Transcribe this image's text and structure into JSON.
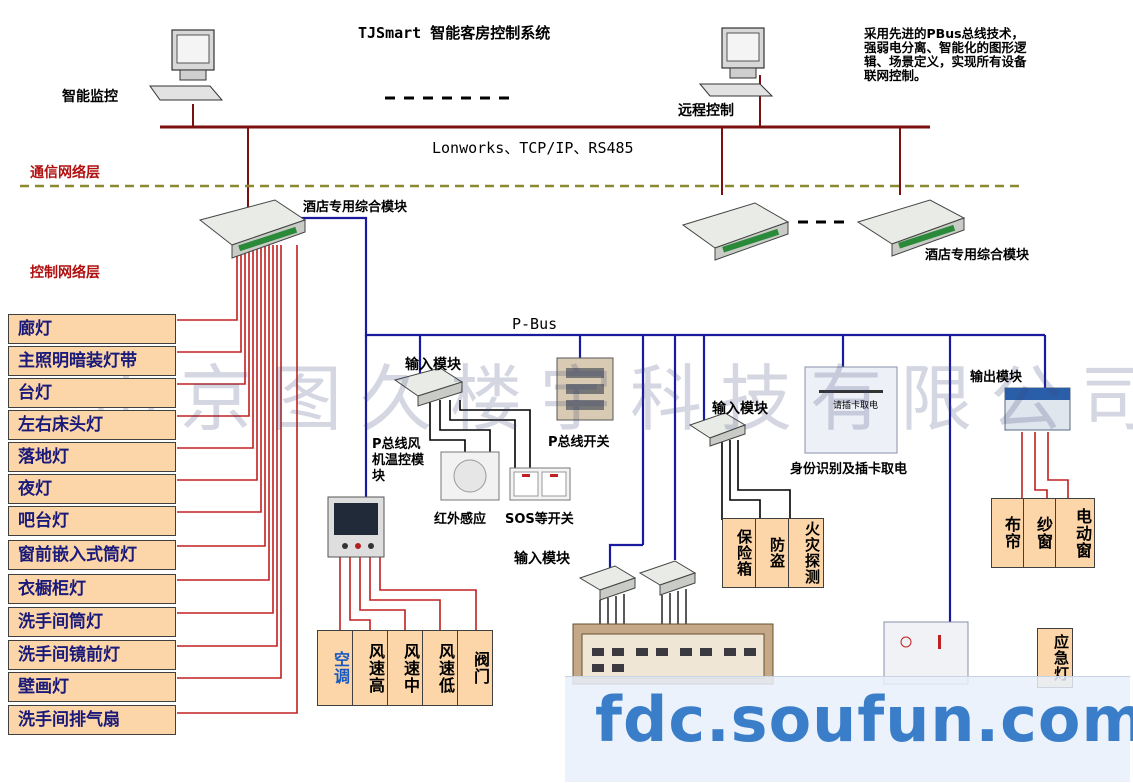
{
  "title": "TJSmart 智能客房控制系统",
  "top": {
    "monitor_label": "智能监控",
    "remote_label": "远程控制",
    "description": "采用先进的PBus总线技术，强弱电分离、智能化的图形逻辑、场景定义，实现所有设备联网控制。",
    "protocol": "Lonworks、TCP/IP、RS485",
    "network_layer": "通信网络层",
    "control_layer": "控制网络层"
  },
  "modules": {
    "hotel_module_left": "酒店专用综合模块",
    "hotel_module_right": "酒店专用综合模块",
    "pbus": "P-Bus",
    "input_module_1": "输入模块",
    "input_module_2": "输入模块",
    "input_module_3": "输入模块",
    "output_module": "输出模块",
    "pbus_switch": "P总线开关",
    "pbus_fan": "P总线风机温控模块",
    "infrared": "红外感应",
    "sos": "SOS等开关",
    "card_reader": "身份识别及插卡取电",
    "card_panel_text": "请插卡取电",
    "emergency": "应急灯"
  },
  "lights": [
    "廊灯",
    "主照明暗装灯带",
    "台灯",
    "左右床头灯",
    "落地灯",
    "夜灯",
    "吧台灯",
    "窗前嵌入式筒灯",
    "衣橱柜灯",
    "洗手间筒灯",
    "洗手间镜前灯",
    "壁画灯",
    "洗手间排气扇"
  ],
  "hvac": [
    "空调",
    "风速高",
    "风速中",
    "风速低",
    "阀门"
  ],
  "security": [
    "保险箱",
    "防盗",
    "火灾探测"
  ],
  "outputs": [
    "布帘",
    "纱窗",
    "电动窗"
  ],
  "watermark": "南京图久楼宇科技有限公司",
  "logo": "fdc.soufun.com",
  "colors": {
    "bus": "#7a1010",
    "pbus": "#1a1aa0",
    "box_fill": "#fcd5a8",
    "dashed": "#8a8a30",
    "red_label": "#b01010"
  }
}
